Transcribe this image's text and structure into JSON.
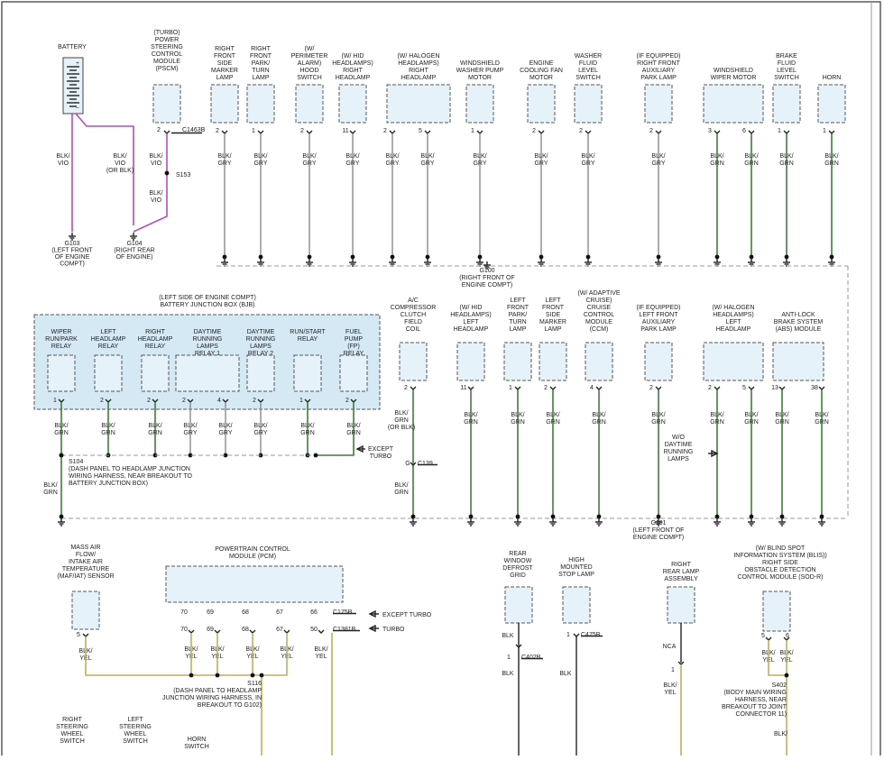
{
  "diagram": {
    "battery": "BATTERY",
    "pscm": [
      "(TURBO)",
      "POWER",
      "STEERING",
      "CONTROL",
      "MODULE",
      "(PSCM)"
    ],
    "conn_c1463b": "C1463B",
    "pscm_pin": "2",
    "splice_s153": "S153",
    "g103": [
      "G103",
      "(LEFT FRONT",
      "OF ENGINE",
      "COMPT)"
    ],
    "g104": [
      "G104",
      "(RIGHT REAR",
      "OF ENGINE)"
    ],
    "wire_blk_vio": [
      "BLK/",
      "VIO"
    ],
    "wire_blk_vio_or": [
      "BLK/",
      "VIO",
      "(OR BLK)"
    ],
    "top_row": [
      {
        "label": [
          "RIGHT",
          "FRONT",
          "SIDE",
          "MARKER",
          "LAMP"
        ],
        "pins": [
          "2"
        ],
        "wire": [
          "BLK/",
          "GRY"
        ]
      },
      {
        "label": [
          "RIGHT",
          "FRONT",
          "PARK/",
          "TURN",
          "LAMP"
        ],
        "pins": [
          "1"
        ],
        "wire": [
          "BLK/",
          "GRY"
        ]
      },
      {
        "label": [
          "(W/",
          "PERIMETER",
          "ALARM)",
          "HOOD",
          "SWITCH"
        ],
        "pins": [
          "2"
        ],
        "wire": [
          "BLK/",
          "GRY"
        ]
      },
      {
        "label": [
          "(W/ HID",
          "HEADLAMPS)",
          "RIGHT",
          "HEADLAMP"
        ],
        "pins": [
          "11"
        ],
        "wire": [
          "BLK/",
          "GRY"
        ]
      },
      {
        "label": [
          "(W/ HALOGEN",
          "HEADLAMPS)",
          "RIGHT",
          "HEADLAMP"
        ],
        "pins": [
          "2",
          "5"
        ],
        "wire": [
          "BLK/",
          "GRY"
        ]
      },
      {
        "label": [
          "WINDSHIELD",
          "WASHER PUMP",
          "MOTOR"
        ],
        "pins": [
          "1"
        ],
        "wire": [
          "BLK/",
          "GRY"
        ]
      },
      {
        "label": [
          "ENGINE",
          "COOLING FAN",
          "MOTOR"
        ],
        "pins": [
          "2"
        ],
        "wire": [
          "BLK/",
          "GRY"
        ]
      },
      {
        "label": [
          "WASHER",
          "FLUID",
          "LEVEL",
          "SWITCH"
        ],
        "pins": [
          "2"
        ],
        "wire": [
          "BLK/",
          "GRY"
        ]
      },
      {
        "label": [
          "(IF EQUIPPED)",
          "RIGHT FRONT",
          "AUXILIARY",
          "PARK LAMP"
        ],
        "pins": [
          "2"
        ],
        "wire": [
          "BLK/",
          "GRY"
        ]
      },
      {
        "label": [
          "WINDSHIELD",
          "WIPER MOTOR"
        ],
        "pins": [
          "3",
          "6"
        ],
        "wire": [
          "BLK/",
          "GRN"
        ]
      },
      {
        "label": [
          "BRAKE",
          "FLUID",
          "LEVEL",
          "SWITCH"
        ],
        "pins": [
          "1"
        ],
        "wire": [
          "BLK/",
          "GRN"
        ]
      },
      {
        "label": [
          "HORN"
        ],
        "pins": [
          "1"
        ],
        "wire": [
          "BLK/",
          "GRN"
        ]
      }
    ],
    "g100": [
      "G100",
      "(RIGHT FRONT OF",
      "ENGINE COMPT)"
    ],
    "bjb": [
      "(LEFT SIDE OF ENGINE COMPT)",
      "BATTERY JUNCTION BOX (BJB)"
    ],
    "bjb_relays": [
      {
        "label": [
          "WIPER",
          "RUN/PARK",
          "RELAY"
        ],
        "pins": [
          "1"
        ]
      },
      {
        "label": [
          "LEFT",
          "HEADLAMP",
          "RELAY"
        ],
        "pins": [
          "2"
        ]
      },
      {
        "label": [
          "RIGHT",
          "HEADLAMP",
          "RELAY"
        ],
        "pins": [
          "2"
        ]
      },
      {
        "label": [
          "DAYTIME",
          "RUNNING",
          "LAMPS",
          "RELAY 1"
        ],
        "pins": [
          "2",
          "4"
        ]
      },
      {
        "label": [
          "DAYTIME",
          "RUNNING",
          "LAMPS",
          "RELAY 2"
        ],
        "pins": [
          "2"
        ]
      },
      {
        "label": [
          "RUN/START",
          "RELAY"
        ],
        "pins": [
          "1"
        ]
      },
      {
        "label": [
          "FUEL",
          "PUMP",
          "(FP)",
          "RELAY"
        ],
        "pins": [
          "2"
        ]
      }
    ],
    "wire_blk_grn": [
      "BLK/",
      "GRN"
    ],
    "wire_blk_gry": [
      "BLK/",
      "GRY"
    ],
    "except_turbo": [
      "EXCEPT",
      "TURBO"
    ],
    "s104": [
      "S104",
      "(DASH PANEL TO HEADLAMP JUNCTION",
      "WIRING HARNESS, NEAR BREAKOUT TO",
      "BATTERY JUNCTION BOX)"
    ],
    "ac": [
      "A/C",
      "COMPRESSOR",
      "CLUTCH",
      "FIELD",
      "COIL"
    ],
    "ac_wire": [
      "BLK/",
      "GRN",
      "(OR BLK)"
    ],
    "c139": "C139",
    "mid_row": [
      {
        "label": [
          "(W/ HID",
          "HEADLAMPS)",
          "LEFT",
          "HEADLAMP"
        ],
        "pins": [
          "11"
        ],
        "wire": [
          "BLK/",
          "GRN"
        ]
      },
      {
        "label": [
          "LEFT",
          "FRONT",
          "PARK/",
          "TURN",
          "LAMP"
        ],
        "pins": [
          "1"
        ],
        "wire": [
          "BLK/",
          "GRN"
        ]
      },
      {
        "label": [
          "LEFT",
          "FRONT",
          "SIDE",
          "MARKER",
          "LAMP"
        ],
        "pins": [
          "2"
        ],
        "wire": [
          "BLK/",
          "GRN"
        ]
      },
      {
        "label": [
          "(W/ ADAPTIVE",
          "CRUISE)",
          "CRUISE",
          "CONTROL",
          "MODULE",
          "(CCM)"
        ],
        "pins": [
          "4"
        ],
        "wire": [
          "BLK/",
          "GRN"
        ]
      },
      {
        "label": [
          "(IF EQUIPPED)",
          "LEFT FRONT",
          "AUXILIARY",
          "PARK LAMP"
        ],
        "pins": [
          "2"
        ],
        "wire": [
          "BLK/",
          "GRN"
        ]
      },
      {
        "label": [
          "(W/ HALOGEN",
          "HEADLAMPS)",
          "LEFT",
          "HEADLAMP"
        ],
        "pins": [
          "2",
          "5"
        ],
        "wire": [
          "BLK/",
          "GRN"
        ]
      },
      {
        "label": [
          "ANTI-LOCK",
          "BRAKE SYSTEM",
          "(ABS) MODULE"
        ],
        "pins": [
          "13",
          "38"
        ],
        "wire": [
          "BLK/",
          "GRN"
        ]
      }
    ],
    "wo_drl": [
      "W/O",
      "DAYTIME",
      "RUNNING",
      "LAMPS"
    ],
    "g101": [
      "G101",
      "(LEFT FRONT OF",
      "ENGINE COMPT)"
    ],
    "maf": [
      "MASS AIR",
      "FLOW/",
      "INTAKE AIR",
      "TEMPERATURE",
      "(MAF/IAT) SENSOR"
    ],
    "maf_pin": "5",
    "wire_blk_yel": [
      "BLK/",
      "YEL"
    ],
    "pcm": [
      "POWERTRAIN CONTROL",
      "MODULE (PCM)"
    ],
    "pcm_pins_a": [
      "70",
      "69",
      "68",
      "67",
      "66"
    ],
    "pcm_pins_b": [
      "70",
      "69",
      "68",
      "67",
      "50"
    ],
    "c175b": "C175B",
    "c1381b": "C1381B",
    "turbo": "TURBO",
    "except_turbo_1": "EXCEPT TURBO",
    "s116": [
      "S116",
      "(DASH PANEL TO HEADLAMP",
      "JUNCTION WIRING HARNESS, IN",
      "BREAKOUT TO G102)"
    ],
    "steer": [
      [
        "RIGHT",
        "STEERING",
        "WHEEL",
        "SWITCH"
      ],
      [
        "LEFT",
        "STEERING",
        "WHEEL",
        "SWITCH"
      ],
      [
        "HORN",
        "SWITCH"
      ]
    ],
    "rear_defrost": [
      "REAR",
      "WINDOW",
      "DEFROST",
      "GRID"
    ],
    "c402b": "C402B",
    "wire_blk": "BLK",
    "hmsl": [
      "HIGH",
      "MOUNTED",
      "STOP LAMP"
    ],
    "c475b": "C475B",
    "rear_lamp": [
      "RIGHT",
      "REAR LAMP",
      "ASSEMBLY"
    ],
    "nca": "NCA",
    "sodr": [
      "(W/ BLIND SPOT",
      "INFORMATION SYSTEM (BLIS))",
      "RIGHT SIDE",
      "OBSTACLE DETECTION",
      "CONTROL MODULE (SOD-R)"
    ],
    "sodr_pins": [
      "5",
      "6"
    ],
    "s402": [
      "S402",
      "(BODY MAIN WIRING",
      "HARNESS, NEAR",
      "BREAKOUT TO JOINT",
      "CONNECTOR 11)"
    ],
    "bottom_wire": "BLK/"
  }
}
